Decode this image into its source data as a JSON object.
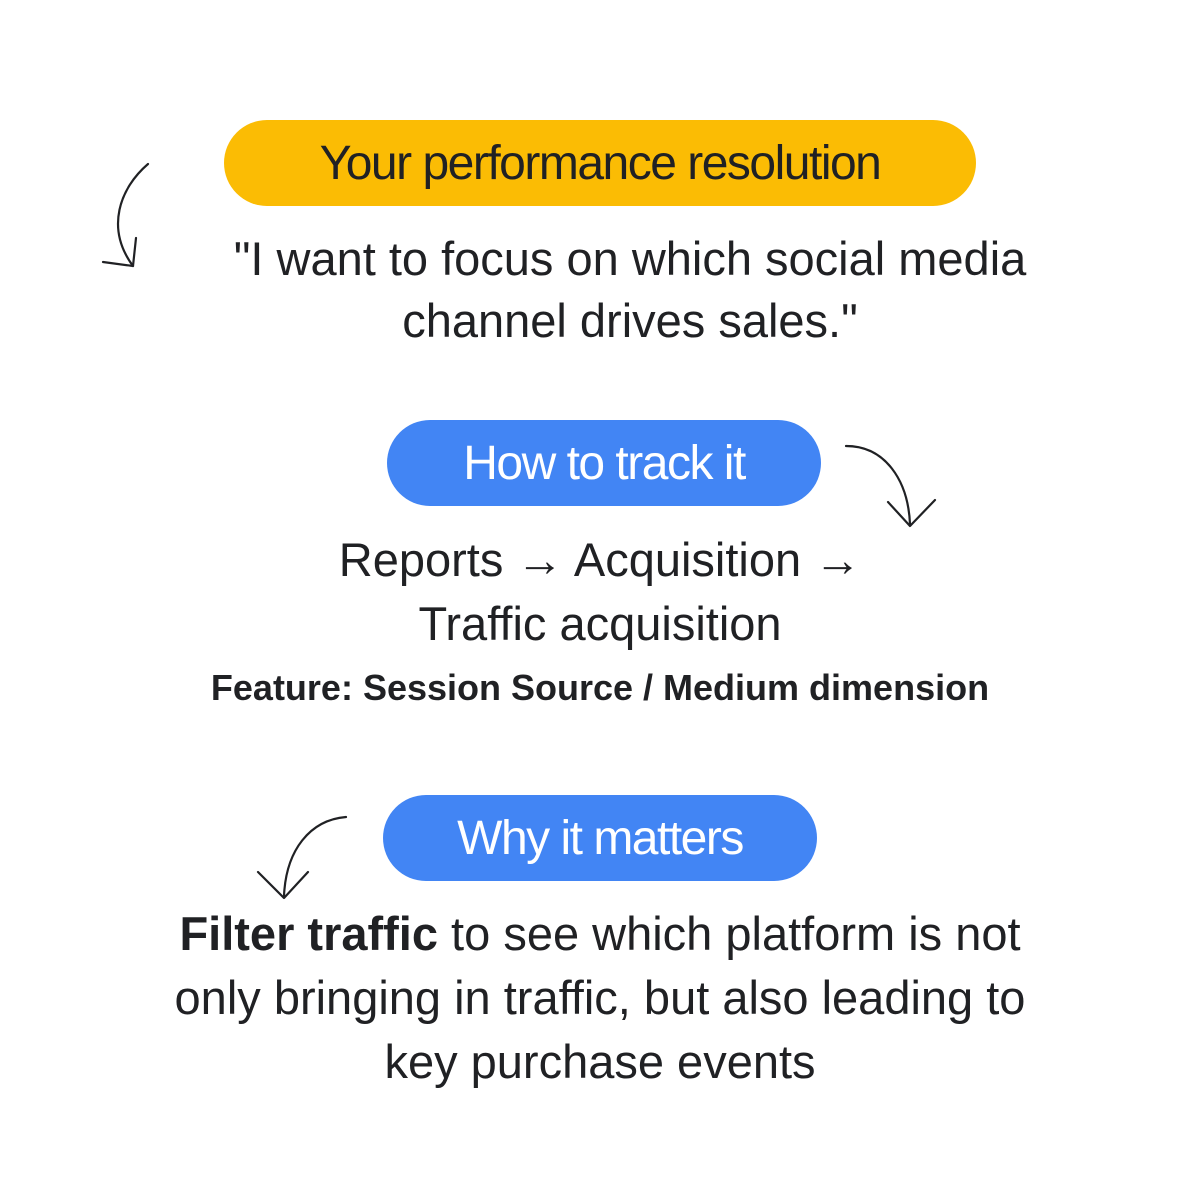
{
  "resolution": {
    "label": "Your performance resolution",
    "quote_line1": "\"I want to focus on which social media",
    "quote_line2": "channel drives sales.\""
  },
  "track": {
    "label": "How to track it",
    "path_line1": "Reports → Acquisition →",
    "path_line2": "Traffic acquisition",
    "feature": "Feature: Session Source / Medium dimension"
  },
  "why": {
    "label": "Why it matters",
    "bold": "Filter traffic",
    "line1_rest": " to see which platform is not",
    "line2": "only bringing in traffic, but also leading to",
    "line3": "key purchase events"
  },
  "colors": {
    "yellow": "#fbbc04",
    "blue": "#4285f4",
    "text": "#202124"
  }
}
